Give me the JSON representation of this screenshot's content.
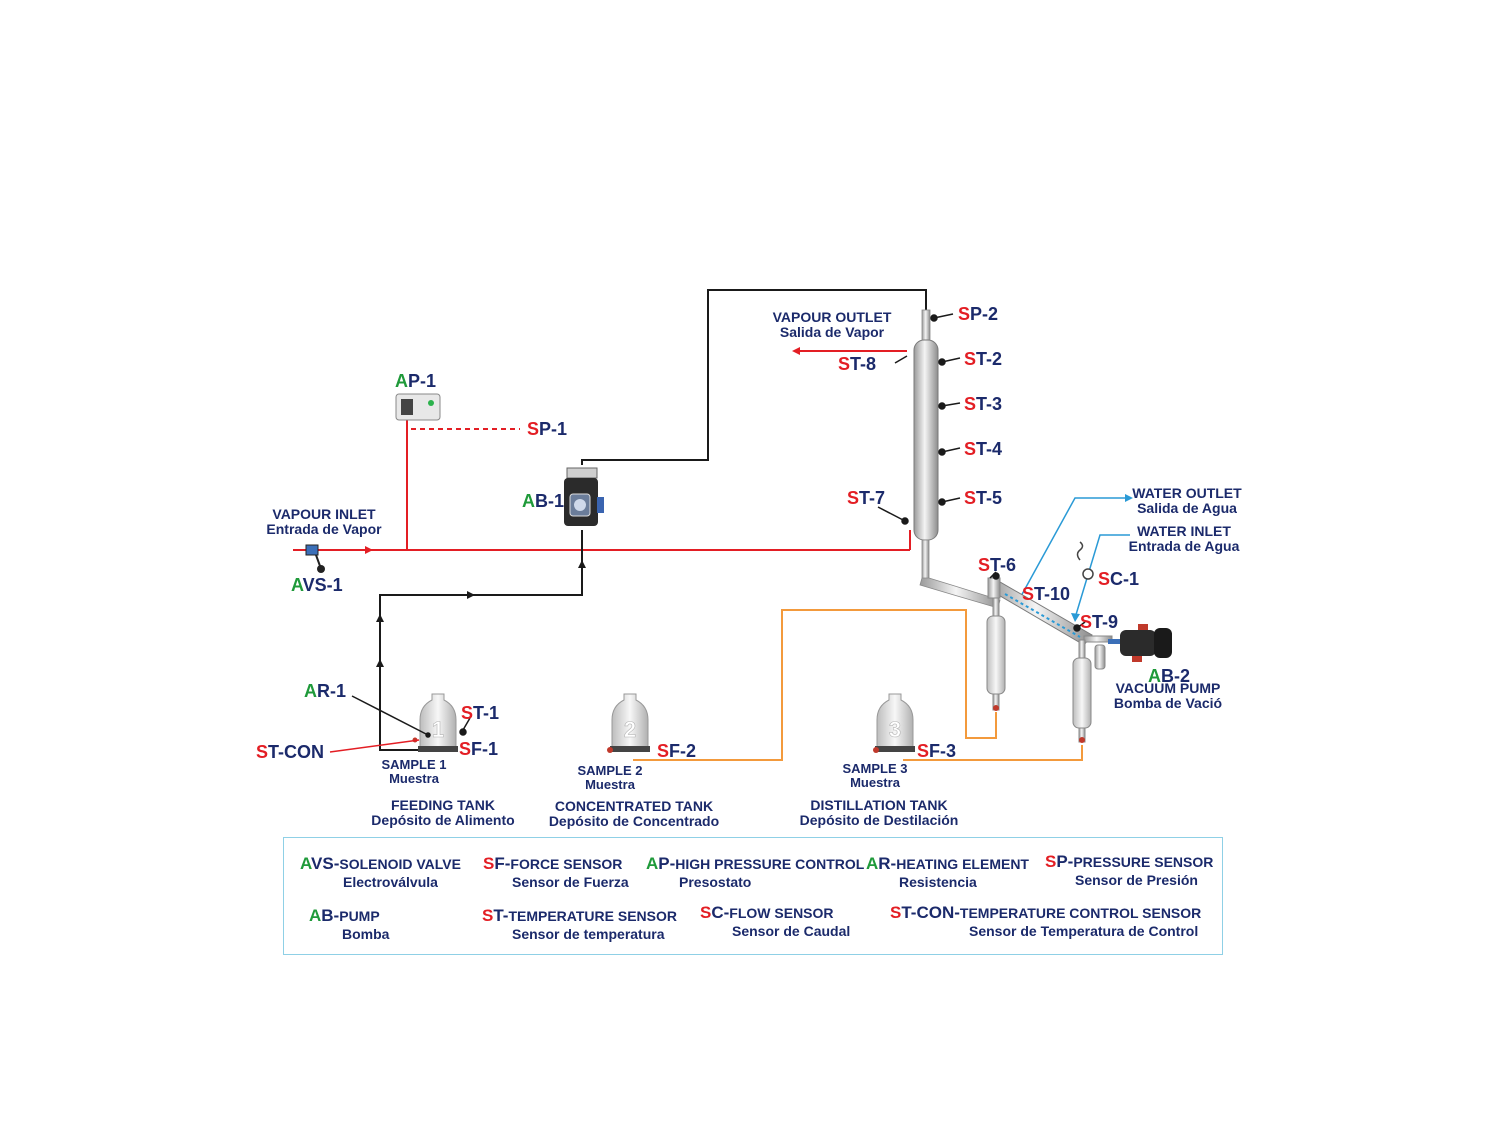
{
  "colors": {
    "red_line": "#e31e24",
    "black_line": "#1a1a1a",
    "orange_line": "#f39a3c",
    "blue_line": "#2a9ad6",
    "navy_text": "#1b2a6b",
    "green_prefix": "#1f9a3a",
    "red_prefix": "#e31e24",
    "legend_border": "#8fd0e6"
  },
  "tags": {
    "ap1": {
      "p": "A",
      "s": "P-1"
    },
    "sp1": {
      "p": "S",
      "s": "P-1"
    },
    "ab1": {
      "p": "A",
      "s": "B-1"
    },
    "avs1": {
      "p": "A",
      "s": "VS-1"
    },
    "sp2": {
      "p": "S",
      "s": "P-2"
    },
    "st2": {
      "p": "S",
      "s": "T-2"
    },
    "st3": {
      "p": "S",
      "s": "T-3"
    },
    "st4": {
      "p": "S",
      "s": "T-4"
    },
    "st5": {
      "p": "S",
      "s": "T-5"
    },
    "st7": {
      "p": "S",
      "s": "T-7"
    },
    "st8": {
      "p": "S",
      "s": "T-8"
    },
    "st6": {
      "p": "S",
      "s": "T-6"
    },
    "st10": {
      "p": "S",
      "s": "T-10"
    },
    "sc1": {
      "p": "S",
      "s": "C-1"
    },
    "st9": {
      "p": "S",
      "s": "T-9"
    },
    "ab2": {
      "p": "A",
      "s": "B-2"
    },
    "ar1": {
      "p": "A",
      "s": "R-1"
    },
    "stcon": {
      "p": "S",
      "s": "T-CON"
    },
    "st1": {
      "p": "S",
      "s": "T-1"
    },
    "sf1": {
      "p": "S",
      "s": "F-1"
    },
    "sf2": {
      "p": "S",
      "s": "F-2"
    },
    "sf3": {
      "p": "S",
      "s": "F-3"
    }
  },
  "labels": {
    "vapour_outlet": {
      "en": "VAPOUR OUTLET",
      "es": "Salida de Vapor"
    },
    "vapour_inlet": {
      "en": "VAPOUR INLET",
      "es": "Entrada de Vapor"
    },
    "water_outlet": {
      "en": "WATER OUTLET",
      "es": "Salida de Agua"
    },
    "water_inlet": {
      "en": "WATER INLET",
      "es": "Entrada de Agua"
    },
    "vacuum_pump": {
      "en": "VACUUM PUMP",
      "es": "Bomba de Vació"
    },
    "sample1": {
      "en": "SAMPLE 1",
      "es": "Muestra"
    },
    "sample2": {
      "en": "SAMPLE 2",
      "es": "Muestra"
    },
    "sample3": {
      "en": "SAMPLE 3",
      "es": "Muestra"
    },
    "feeding_tank": {
      "en": "FEEDING TANK",
      "es": "Depósito de Alimento"
    },
    "concentrated_tank": {
      "en": "CONCENTRATED TANK",
      "es": "Depósito de Concentrado"
    },
    "distillation_tank": {
      "en": "DISTILLATION TANK",
      "es": "Depósito de Destilación"
    }
  },
  "tank_numbers": [
    "1",
    "2",
    "3"
  ],
  "legend": [
    {
      "p": "A",
      "s": "VS-",
      "en": "SOLENOID VALVE",
      "es": "Electroválvula"
    },
    {
      "p": "S",
      "s": "F-",
      "en": "FORCE SENSOR",
      "es": "Sensor de Fuerza"
    },
    {
      "p": "A",
      "s": "P-",
      "en": "HIGH PRESSURE CONTROL",
      "es": "Presostato"
    },
    {
      "p": "A",
      "s": "R-",
      "en": "HEATING ELEMENT",
      "es": "Resistencia"
    },
    {
      "p": "S",
      "s": "P-",
      "en": "PRESSURE SENSOR",
      "es": "Sensor de Presión"
    },
    {
      "p": "A",
      "s": "B-",
      "en": "PUMP",
      "es": "Bomba"
    },
    {
      "p": "S",
      "s": "T-",
      "en": "TEMPERATURE  SENSOR",
      "es": "Sensor de temperatura"
    },
    {
      "p": "S",
      "s": "C-",
      "en": "FLOW SENSOR",
      "es": "Sensor de Caudal"
    },
    {
      "p": "S",
      "s": "T-CON-",
      "en": "TEMPERATURE CONTROL SENSOR",
      "es": "Sensor de Temperatura de Control"
    }
  ]
}
